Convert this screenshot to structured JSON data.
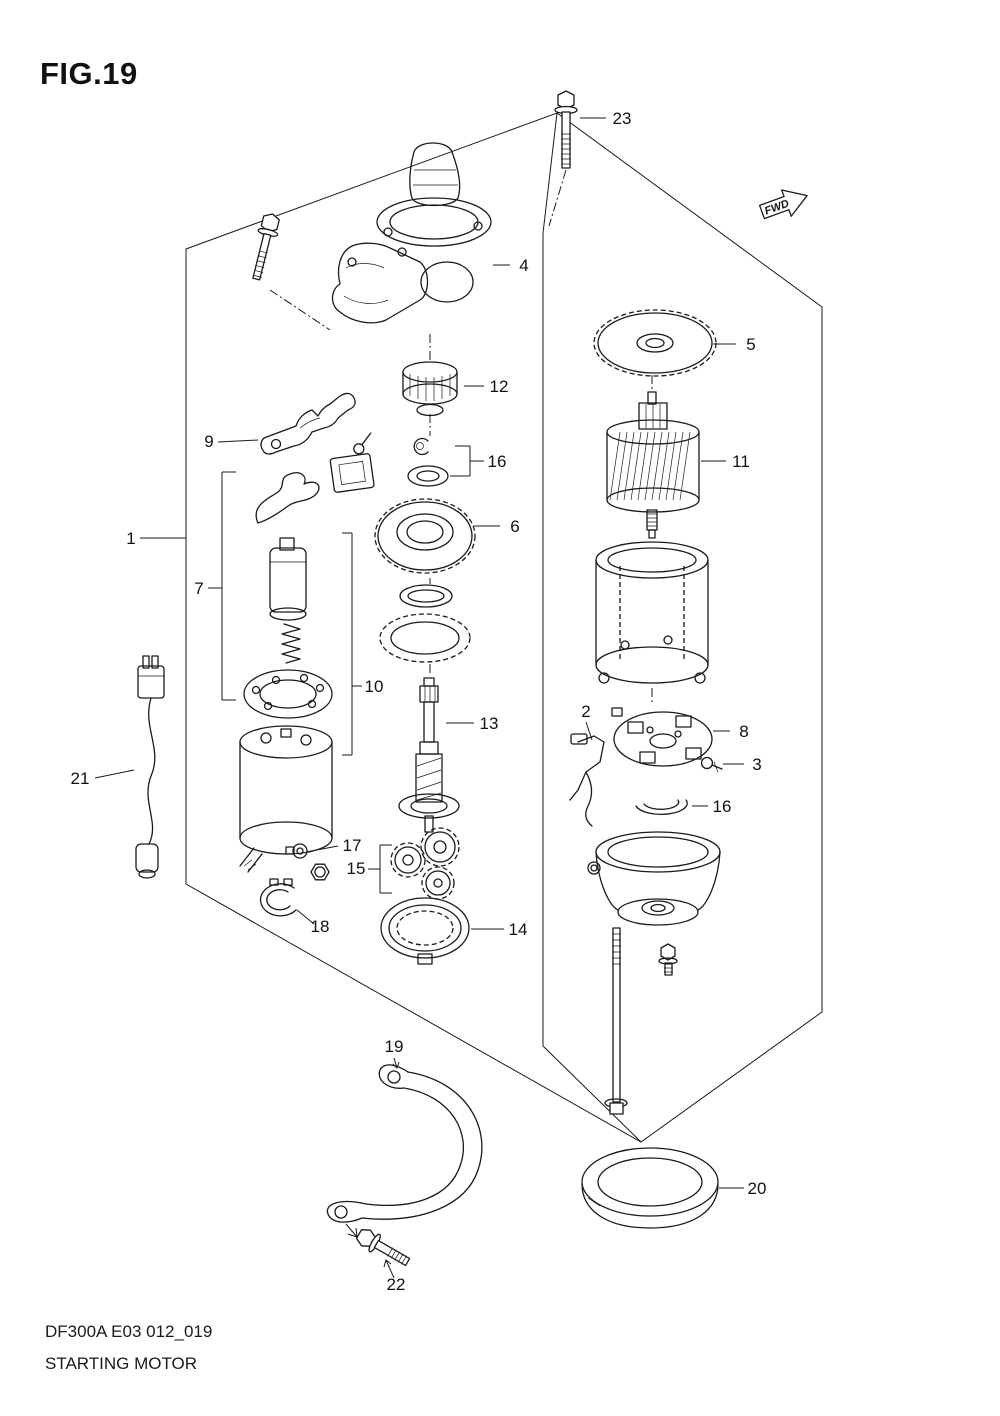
{
  "page": {
    "title": "FIG.19",
    "code": "DF300A E03 012_019",
    "caption": "STARTING MOTOR",
    "fwd_label": "FWD"
  },
  "callouts": {
    "n1": "1",
    "n2": "2",
    "n3": "3",
    "n4": "4",
    "n5": "5",
    "n6": "6",
    "n7": "7",
    "n8": "8",
    "n9": "9",
    "n10": "10",
    "n11": "11",
    "n12": "12",
    "n13": "13",
    "n14": "14",
    "n15": "15",
    "n16": "16",
    "n17": "17",
    "n18": "18",
    "n19": "19",
    "n20": "20",
    "n21": "21",
    "n22": "22",
    "n23": "23"
  }
}
